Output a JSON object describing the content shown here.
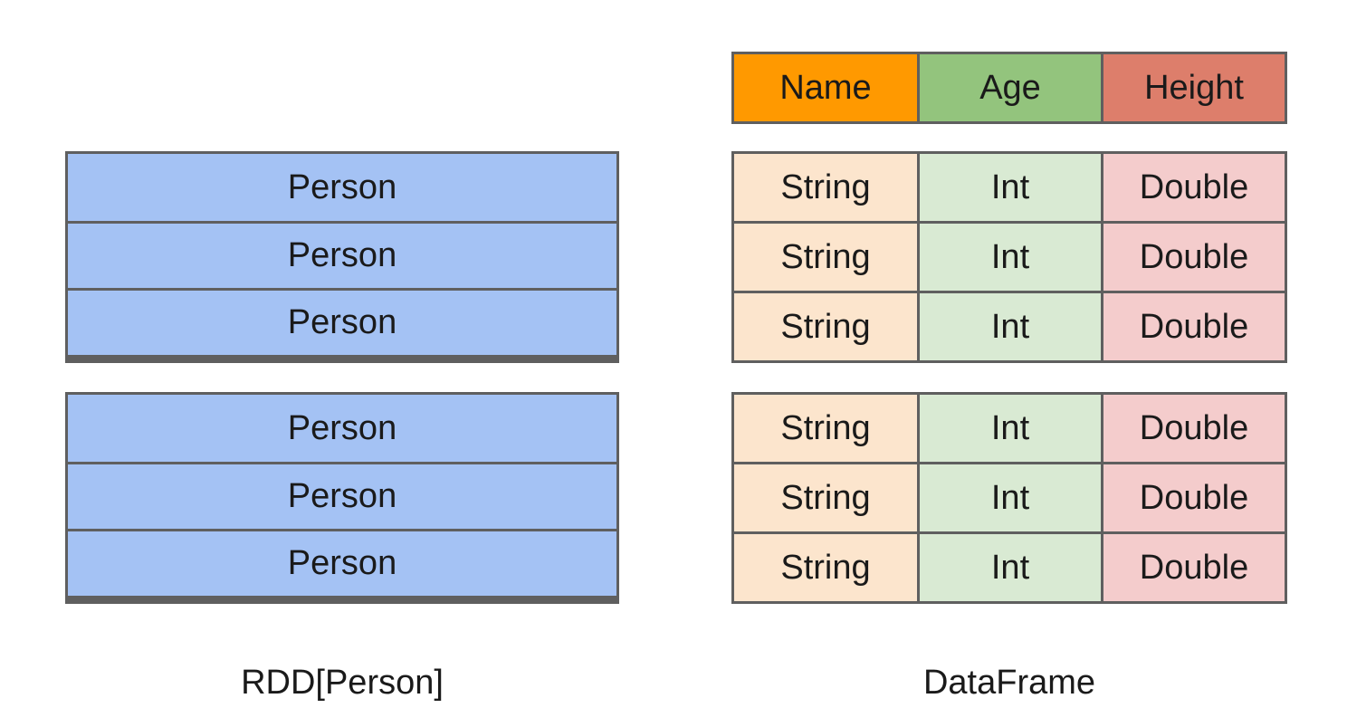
{
  "header": {
    "columns": [
      {
        "label": "Name",
        "color": "#ff9900"
      },
      {
        "label": "Age",
        "color": "#93c47d"
      },
      {
        "label": "Height",
        "color": "#dd7e6b"
      }
    ]
  },
  "rdd": {
    "caption": "RDD[Person]",
    "partitions": [
      [
        "Person",
        "Person",
        "Person"
      ],
      [
        "Person",
        "Person",
        "Person"
      ]
    ]
  },
  "dataframe": {
    "caption": "DataFrame",
    "partitions": [
      [
        [
          "String",
          "Int",
          "Double"
        ],
        [
          "String",
          "Int",
          "Double"
        ],
        [
          "String",
          "Int",
          "Double"
        ]
      ],
      [
        [
          "String",
          "Int",
          "Double"
        ],
        [
          "String",
          "Int",
          "Double"
        ],
        [
          "String",
          "Int",
          "Double"
        ]
      ]
    ]
  },
  "colors": {
    "person": "#a4c2f4",
    "name_cell": "#fce5cd",
    "age_cell": "#d9ead3",
    "height_cell": "#f4cccc",
    "border": "#5f5f5f"
  }
}
